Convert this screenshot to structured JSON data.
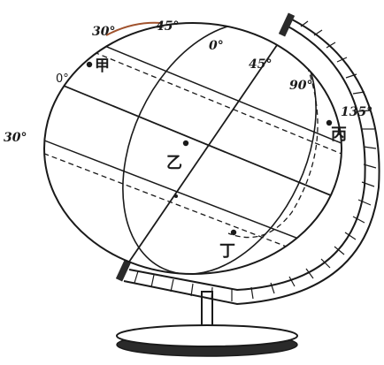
{
  "globe_labels": {
    "lat_north_30": "30°",
    "lat_south_30": "30°",
    "lon_0_left": "0°",
    "lon_45_top": "45°",
    "lon_0_center": "0°",
    "lon_45_center": "45°",
    "lon_90": "90°",
    "lon_135": "135°"
  },
  "points": {
    "jia": "甲",
    "yi": "乙",
    "bing": "丙",
    "ding": "丁"
  },
  "colors": {
    "ink": "#1a1a1a",
    "arc_accent": "#a0522d",
    "base_dark": "#333333"
  }
}
